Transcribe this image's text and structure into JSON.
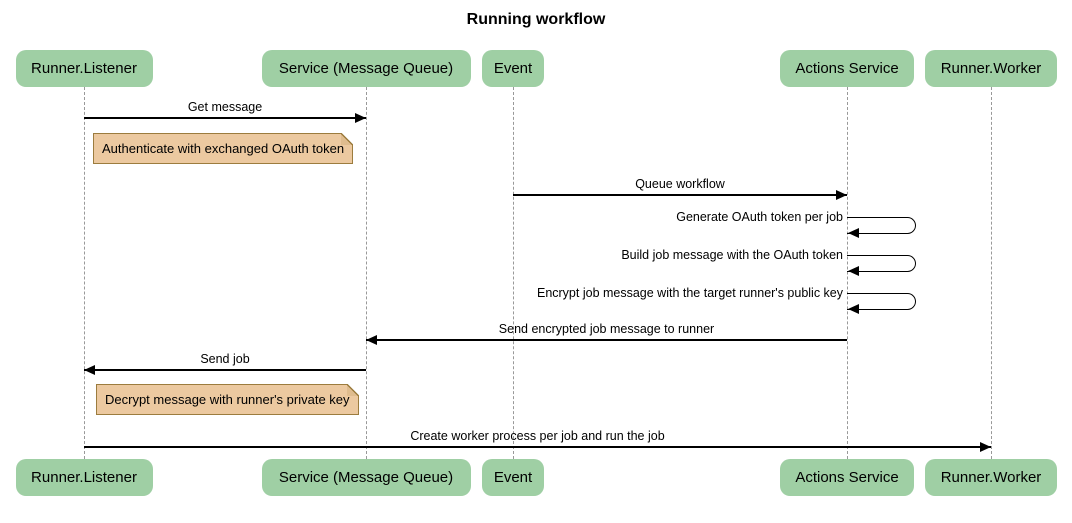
{
  "title": "Running workflow",
  "actors": [
    {
      "id": "runner-listener",
      "label": "Runner.Listener"
    },
    {
      "id": "service-message-queue",
      "label": "Service (Message Queue)"
    },
    {
      "id": "event",
      "label": "Event"
    },
    {
      "id": "actions-service",
      "label": "Actions Service"
    },
    {
      "id": "runner-worker",
      "label": "Runner.Worker"
    }
  ],
  "messages": [
    {
      "type": "arrow",
      "from": "runner-listener",
      "to": "service-message-queue",
      "label": "Get message"
    },
    {
      "type": "note",
      "over": "runner-listener",
      "label": "Authenticate with exchanged OAuth token"
    },
    {
      "type": "arrow",
      "from": "event",
      "to": "actions-service",
      "label": "Queue workflow"
    },
    {
      "type": "self",
      "actor": "actions-service",
      "label": "Generate OAuth token per job"
    },
    {
      "type": "self",
      "actor": "actions-service",
      "label": "Build job message with the OAuth token"
    },
    {
      "type": "self",
      "actor": "actions-service",
      "label": "Encrypt job message with the target runner's public key"
    },
    {
      "type": "arrow",
      "from": "actions-service",
      "to": "service-message-queue",
      "label": "Send encrypted job message to runner"
    },
    {
      "type": "arrow",
      "from": "service-message-queue",
      "to": "runner-listener",
      "label": "Send job"
    },
    {
      "type": "note",
      "over": "runner-listener",
      "label": "Decrypt message with runner's private key"
    },
    {
      "type": "arrow",
      "from": "runner-listener",
      "to": "runner-worker",
      "label": "Create worker process per job and run the job"
    }
  ],
  "colors": {
    "background": "#ffffff",
    "actor_fill": "#9fcfa4",
    "note_fill": "#ecc9a0",
    "note_border": "#9c7c3e",
    "note_fold": "#dfbc8e",
    "line": "#000000",
    "lifeline": "#999999",
    "text": "#000000"
  }
}
